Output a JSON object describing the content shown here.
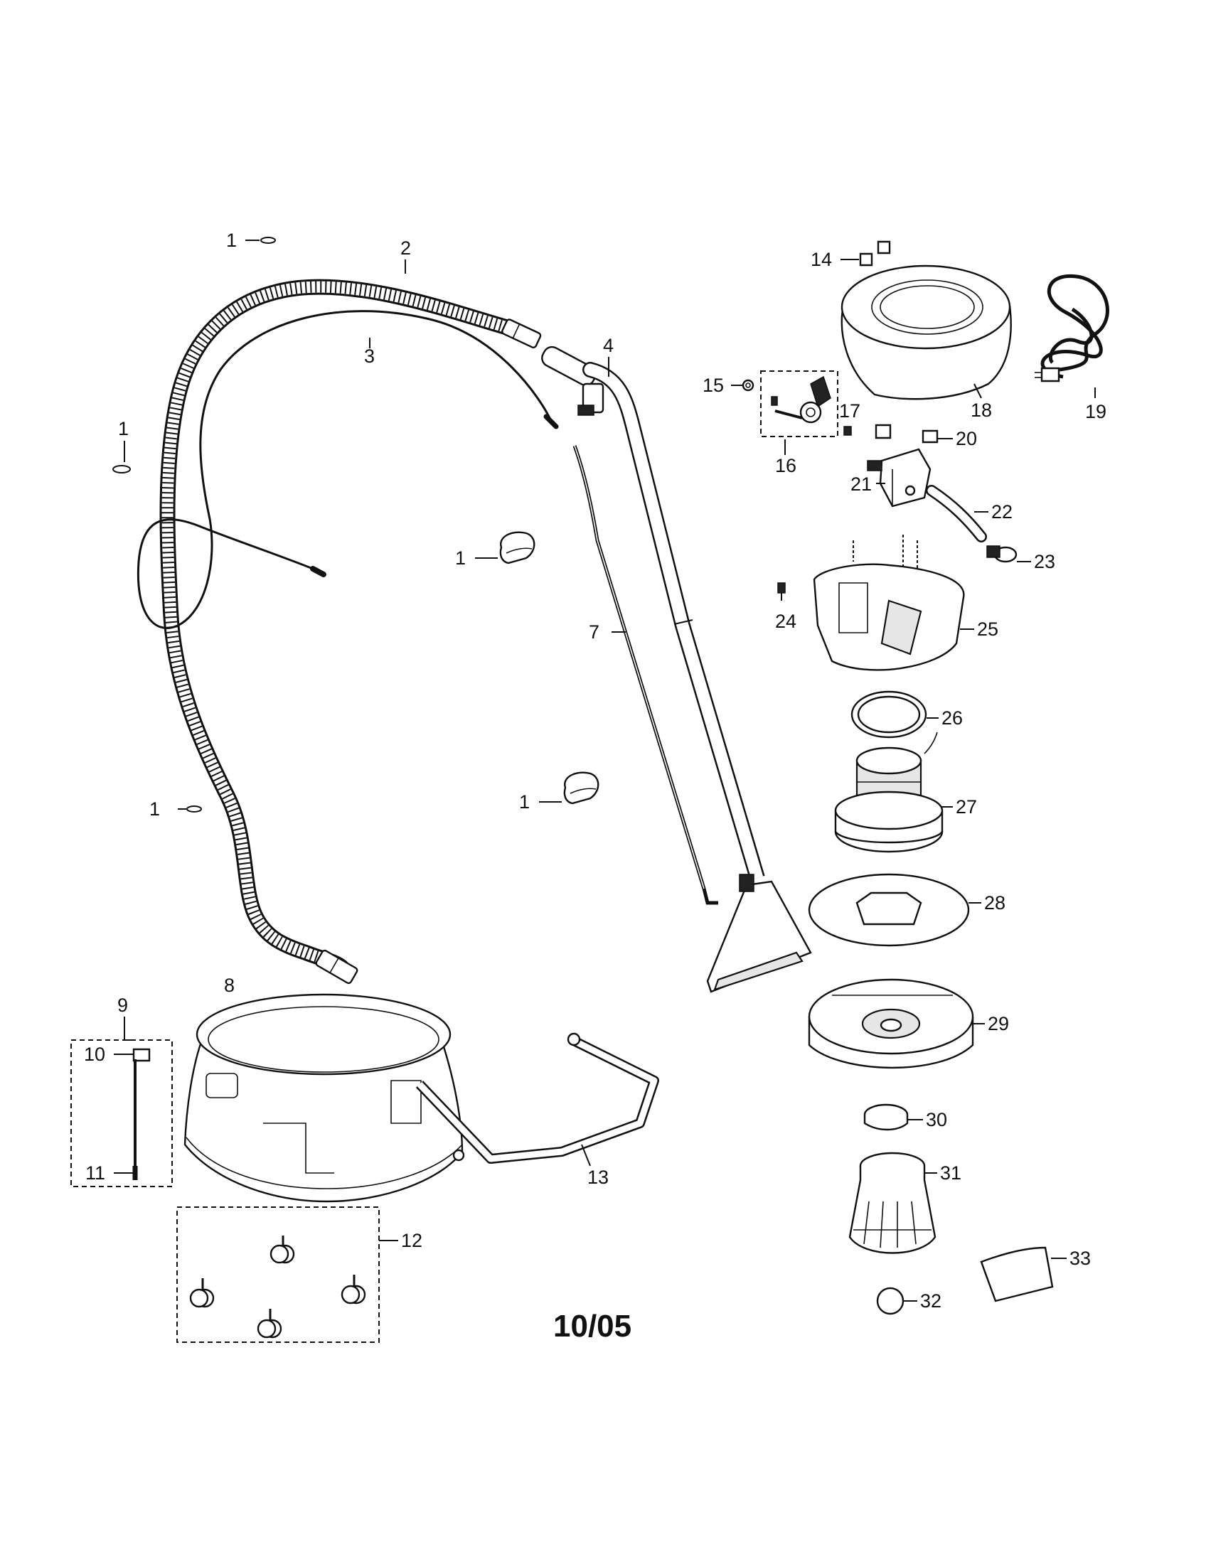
{
  "diagram": {
    "date_code": "10/05",
    "callouts": {
      "c1a": "1",
      "c1b": "1",
      "c1c": "1",
      "c1d": "1",
      "c1e": "1",
      "c2": "2",
      "c3": "3",
      "c4": "4",
      "c7": "7",
      "c8": "8",
      "c9": "9",
      "c10": "10",
      "c11": "11",
      "c12": "12",
      "c13": "13",
      "c14": "14",
      "c15": "15",
      "c16": "16",
      "c17": "17",
      "c18": "18",
      "c19": "19",
      "c20": "20",
      "c21": "21",
      "c22": "22",
      "c23": "23",
      "c24": "24",
      "c25": "25",
      "c26": "26",
      "c27": "27",
      "c28": "28",
      "c29": "29",
      "c30": "30",
      "c31": "31",
      "c32": "32",
      "c33": "33"
    }
  }
}
